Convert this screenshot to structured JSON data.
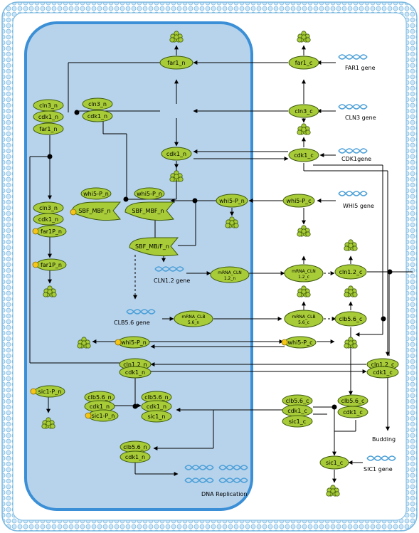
{
  "colors": {
    "membrane": "#7ab8e0",
    "nucleus_fill": "#b7d3ec",
    "nucleus_stroke": "#3a8fd6",
    "node_fill": "#a8cc38",
    "node_stroke": "#3d5a0c",
    "phospho": "#f5c518",
    "dna": "#4a9fd8"
  },
  "nodes": {
    "far1_n": "far1_n",
    "cln3_n_top": "cln3_n",
    "cdk1_n_top": "cdk1_n",
    "far1_c": "far1_c",
    "cln3_c": "cln3_c",
    "cdk1_c": "cdk1_c",
    "g1_cln3": "cln3_n",
    "g1_cdk1": "cdk1_n",
    "g1_far1": "far1_n",
    "g2_cln3": "cln3_n",
    "g2_cdk1": "cdk1_n",
    "g2_far1p": "far1P_n",
    "far1p_n": "far1P_n",
    "cdk1_n_mid": "cdk1_n",
    "whi5p_n_a": "whi5-P_n",
    "whi5p_n_b": "whi5-P_n",
    "whi5p_n_c": "whi5-P_n",
    "whi5p_c": "whi5-P_c",
    "whi5p_n_low": "whi5-P_n",
    "whi5p_c_low": "whi5-P_c",
    "sbf_mbf_a": "SBF_MBF_n",
    "sbf_mbf_b": "SBF_MBF_n",
    "sbf_mbf_c": "SBF_MB/F_n",
    "mrna_cln": "mRNA_CLN",
    "mrna_cln_sub": "1.2_n",
    "mrna_cln_c": "mRNA_CLN",
    "mrna_cln_c_sub": "1.2_c",
    "cln12_c": "cln1.2_c",
    "mrna_clb": "mRNA_CLB",
    "mrna_clb_sub": "5.6_n",
    "mrna_clb_c": "mRNA_CLB",
    "mrna_clb_c_sub": "5.6_c",
    "clb56_c_top": "clb5.6_c",
    "cln12_n": "cln1.2_n",
    "cdk1_n_cln": "cdk1_n",
    "cln12_c_low": "cln1.2_c",
    "cdk1_c_low": "cdk1_c",
    "sic1p_n": "sic1-P_n",
    "clb56_n_l": "clb5.6_n",
    "cdk1_n_l": "cdk1_n",
    "sic1p_n_l": "sic1-P_n",
    "clb56_n_r": "clb5.6_n",
    "cdk1_n_r": "cdk1_n",
    "sic1_n_r": "sic1_n",
    "clb56_c_l": "clb5.6_c",
    "cdk1_c_l": "cdk1_c",
    "sic1_c_l": "sic1_c",
    "clb56_c_r": "clb5.6_c",
    "cdk1_c_r": "cdk1_c",
    "clb56_n_b": "clb5.6_n",
    "cdk1_n_b": "cdk1_n",
    "sic1_c": "sic1_c"
  },
  "genes": {
    "far1": "FAR1 gene",
    "cln3": "CLN3 gene",
    "cdk1": "CDK1gene",
    "whi5": "WHI5 gene",
    "cln12": "CLN1.2 gene",
    "clb56": "CLB5.6 gene",
    "sic1": "SIC1 gene"
  },
  "labels": {
    "budding": "Budding",
    "dna_replication": "DNA Replication"
  }
}
